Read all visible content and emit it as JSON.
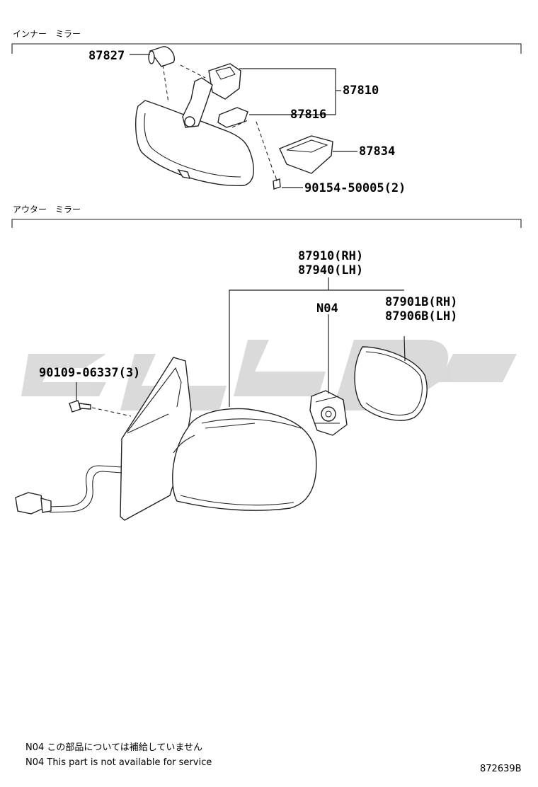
{
  "sections": {
    "inner_title": "インナー　ミラー",
    "outer_title": "アウター　ミラー"
  },
  "inner_parts": {
    "p87827": "87827",
    "p87810": "87810",
    "p87816": "87816",
    "p87834": "87834",
    "p90154": "90154-50005(2)"
  },
  "outer_parts": {
    "p87910": "87910(RH)",
    "p87940": "87940(LH)",
    "n04": "N04",
    "p87901": "87901B(RH)",
    "p87906": "87906B(LH)",
    "p90109": "90109-06337(3)"
  },
  "watermark": "ʋʟ⌐",
  "notes": {
    "jp": "N04 この部品については補給していません",
    "en": "N04 This part is not available for service"
  },
  "illustration_code": "872639B",
  "colors": {
    "line": "#222222",
    "watermark": "#c8c8c8"
  }
}
